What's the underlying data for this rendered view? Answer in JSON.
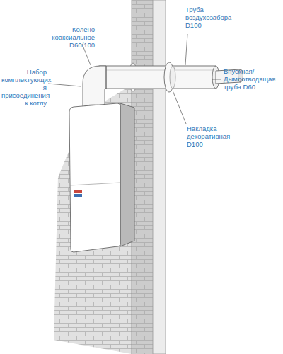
{
  "diagram": {
    "labels": [
      "Колено коаксиальное D60/100",
      "Набор комплектующих я присоединения к котлу",
      "Труба воздухозабора D100",
      "Впускная/ Дымоотводящая труба D60",
      "Накладка декоративная D100"
    ]
  }
}
